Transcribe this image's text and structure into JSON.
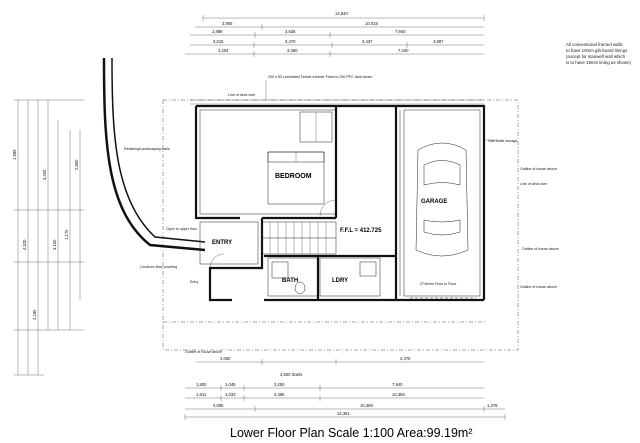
{
  "caption": "Lower Floor Plan Scale 1:100 Area:99.19m²",
  "wall_note": [
    "All conventional framed walls",
    "to have 10mm gib-board linings",
    "(except for stairwell wall which",
    "is to have 19mm lining as shown)"
  ],
  "rooms": {
    "bedroom": "BEDROOM",
    "garage": "GARAGE",
    "entry": "ENTRY",
    "bath": "BATH",
    "laundry": "LDRY"
  },
  "ffl": "F.F.L = 412.725",
  "top_dimensions": {
    "overall": "12,940",
    "row2": [
      "2,905",
      "10,015"
    ],
    "row3": [
      "2,888",
      "3,536",
      "7,940"
    ],
    "row4": [
      "3,015",
      "3,470",
      "3,437",
      "3,887"
    ],
    "row5": [
      "3,204",
      "3,360",
      "7,440"
    ]
  },
  "bottom_dimensions": {
    "row1": [
      "3,060",
      "4,500 Stairs",
      "4,476"
    ],
    "row2": [
      "1,800",
      "1,045",
      "3,250",
      "7,940"
    ],
    "row3": [
      "1,811",
      "1,033",
      "3,365",
      "10,356"
    ],
    "row4": [
      "3,085",
      "10,356",
      "1,378"
    ],
    "overall": "14,361"
  },
  "left_dimensions": [
    "1,989",
    "4,520",
    "4,180",
    "3,400",
    "3,150",
    "1,170",
    "2,860"
  ],
  "annotations": [
    "Line of deck over",
    "200 x 50 Laminated Timber trimmer Fixed to 200 PFC deck beam",
    "Retaining/Landscaping walls",
    "Gas bottle storage",
    "Outline of house above",
    "Line of deck over",
    "Outline of house above",
    "Open to upper floor",
    "Linoleum floor covering",
    "Entry",
    "Outline of house above",
    "2740mm Floor to Floor",
    "Outline of house above"
  ]
}
